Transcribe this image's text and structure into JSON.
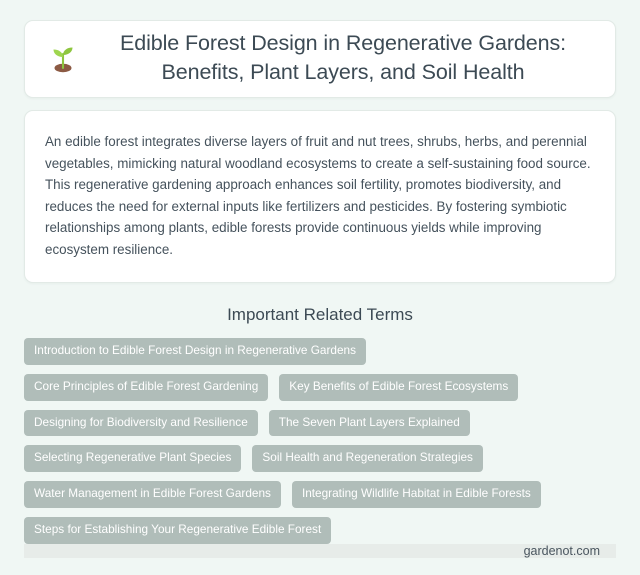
{
  "header": {
    "icon": "seedling-icon",
    "title": "Edible Forest Design in Regenerative Gardens: Benefits, Plant Layers, and Soil Health"
  },
  "description": {
    "text": "An edible forest integrates diverse layers of fruit and nut trees, shrubs, herbs, and perennial vegetables, mimicking natural woodland ecosystems to create a self-sustaining food source. This regenerative gardening approach enhances soil fertility, promotes biodiversity, and reduces the need for external inputs like fertilizers and pesticides. By fostering symbiotic relationships among plants, edible forests provide continuous yields while improving ecosystem resilience."
  },
  "related_terms": {
    "heading": "Important Related Terms",
    "tags": [
      "Introduction to Edible Forest Design in Regenerative Gardens",
      "Core Principles of Edible Forest Gardening",
      "Key Benefits of Edible Forest Ecosystems",
      "Designing for Biodiversity and Resilience",
      "The Seven Plant Layers Explained",
      "Selecting Regenerative Plant Species",
      "Soil Health and Regeneration Strategies",
      "Water Management in Edible Forest Gardens",
      "Integrating Wildlife Habitat in Edible Forests",
      "Steps for Establishing Your Regenerative Edible Forest"
    ]
  },
  "footer": {
    "site": "gardenot.com"
  },
  "colors": {
    "page_background": "#f0f7f4",
    "card_background": "#ffffff",
    "card_border": "#e2eae6",
    "title_text": "#3c4a54",
    "body_text": "#45525c",
    "tag_background": "#b0bdb9",
    "tag_text": "#ffffff",
    "footer_background": "#e7ece9",
    "footer_text": "#4a565f"
  }
}
